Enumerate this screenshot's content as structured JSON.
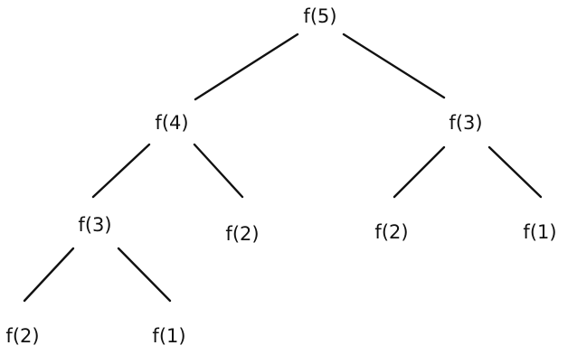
{
  "diagram": {
    "nodes": [
      {
        "id": "n1",
        "label": "f(5)"
      },
      {
        "id": "n2",
        "label": "f(4)"
      },
      {
        "id": "n3",
        "label": "f(3)"
      },
      {
        "id": "n4",
        "label": "f(3)"
      },
      {
        "id": "n5",
        "label": "f(2)"
      },
      {
        "id": "n6",
        "label": "f(2)"
      },
      {
        "id": "n7",
        "label": "f(1)"
      },
      {
        "id": "n8",
        "label": "f(2)"
      },
      {
        "id": "n9",
        "label": "f(1)"
      }
    ],
    "edges": [
      {
        "from": "n1",
        "to": "n2"
      },
      {
        "from": "n1",
        "to": "n3"
      },
      {
        "from": "n2",
        "to": "n4"
      },
      {
        "from": "n2",
        "to": "n5"
      },
      {
        "from": "n3",
        "to": "n6"
      },
      {
        "from": "n3",
        "to": "n7"
      },
      {
        "from": "n4",
        "to": "n8"
      },
      {
        "from": "n4",
        "to": "n9"
      }
    ],
    "colors": {
      "line": "#111111",
      "text": "#111111",
      "background": "#ffffff"
    }
  }
}
